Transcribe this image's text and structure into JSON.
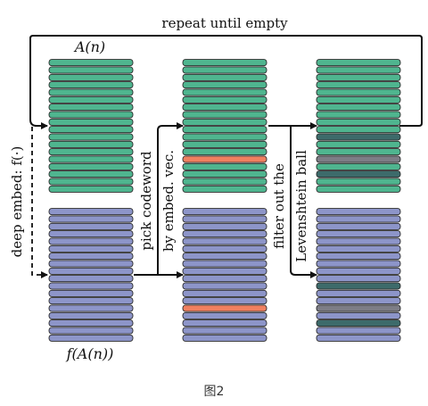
{
  "labels": {
    "repeat": "repeat until empty",
    "set_top": "A(n)",
    "set_bottom": "f(A(n))",
    "deep_embed": "deep embed: f(·)",
    "pick_line1": "pick codeword",
    "pick_line2": "by embed. vec.",
    "filter_line1": "filter out the",
    "filter_line2": "Levenshtein ball"
  },
  "caption": "图2",
  "colors": {
    "green": "#4fb58f",
    "blue": "#8d95c9",
    "orange": "#f08060",
    "dark_teal": "#3d6b6b",
    "gray": "#7d7d86",
    "stroke": "#2a2a2a",
    "arrow": "#111111"
  },
  "columns": [
    {
      "top_block": {
        "count": 18,
        "highlights": []
      },
      "bottom_block": {
        "count": 18,
        "highlights": []
      }
    },
    {
      "top_block": {
        "count": 18,
        "highlights": [
          {
            "index": 13,
            "color": "orange"
          }
        ]
      },
      "bottom_block": {
        "count": 18,
        "highlights": [
          {
            "index": 13,
            "color": "orange"
          }
        ]
      }
    },
    {
      "top_block": {
        "count": 18,
        "highlights": [
          {
            "index": 10,
            "color": "dark_teal"
          },
          {
            "index": 13,
            "color": "gray"
          },
          {
            "index": 15,
            "color": "dark_teal"
          }
        ]
      },
      "bottom_block": {
        "count": 18,
        "highlights": [
          {
            "index": 10,
            "color": "dark_teal"
          },
          {
            "index": 13,
            "color": "gray"
          },
          {
            "index": 15,
            "color": "dark_teal"
          }
        ]
      }
    }
  ]
}
